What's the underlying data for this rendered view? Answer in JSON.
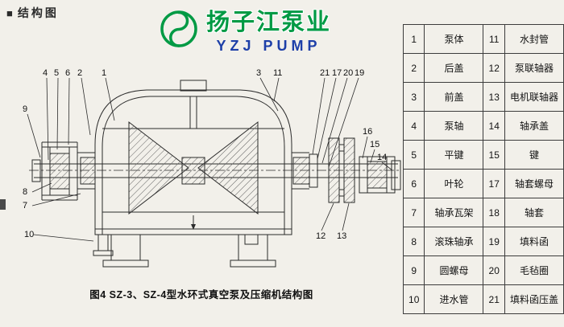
{
  "page": {
    "background": "#f2f0ea"
  },
  "header": {
    "bullet": "■",
    "title": "结构图"
  },
  "logo": {
    "icon": "swirl-vortex-icon",
    "brand_cn": "扬子江泵业",
    "brand_en": "YZJ PUMP",
    "green": "#009a44",
    "blue": "#1d3fa8"
  },
  "diagram": {
    "caption": "图4 SZ-3、SZ-4型水环式真空泵及压缩机结构图",
    "part_labels": [
      "4",
      "5",
      "6",
      "2",
      "1",
      "3",
      "11",
      "21",
      "17",
      "20",
      "19",
      "9",
      "8",
      "7",
      "10",
      "16",
      "15",
      "14",
      "12",
      "13"
    ]
  },
  "parts_table": {
    "rows": [
      {
        "no1": "1",
        "name1": "泵体",
        "no2": "11",
        "name2": "水封管"
      },
      {
        "no1": "2",
        "name1": "后盖",
        "no2": "12",
        "name2": "泵联轴器"
      },
      {
        "no1": "3",
        "name1": "前盖",
        "no2": "13",
        "name2": "电机联轴器"
      },
      {
        "no1": "4",
        "name1": "泵轴",
        "no2": "14",
        "name2": "轴承盖"
      },
      {
        "no1": "5",
        "name1": "平键",
        "no2": "15",
        "name2": "键"
      },
      {
        "no1": "6",
        "name1": "叶轮",
        "no2": "17",
        "name2": "轴套螺母"
      },
      {
        "no1": "7",
        "name1": "轴承瓦架",
        "no2": "18",
        "name2": "轴套"
      },
      {
        "no1": "8",
        "name1": "滚珠轴承",
        "no2": "19",
        "name2": "填料函"
      },
      {
        "no1": "9",
        "name1": "圆螺母",
        "no2": "20",
        "name2": "毛毡圈"
      },
      {
        "no1": "10",
        "name1": "进水管",
        "no2": "21",
        "name2": "填料函压盖"
      }
    ]
  }
}
